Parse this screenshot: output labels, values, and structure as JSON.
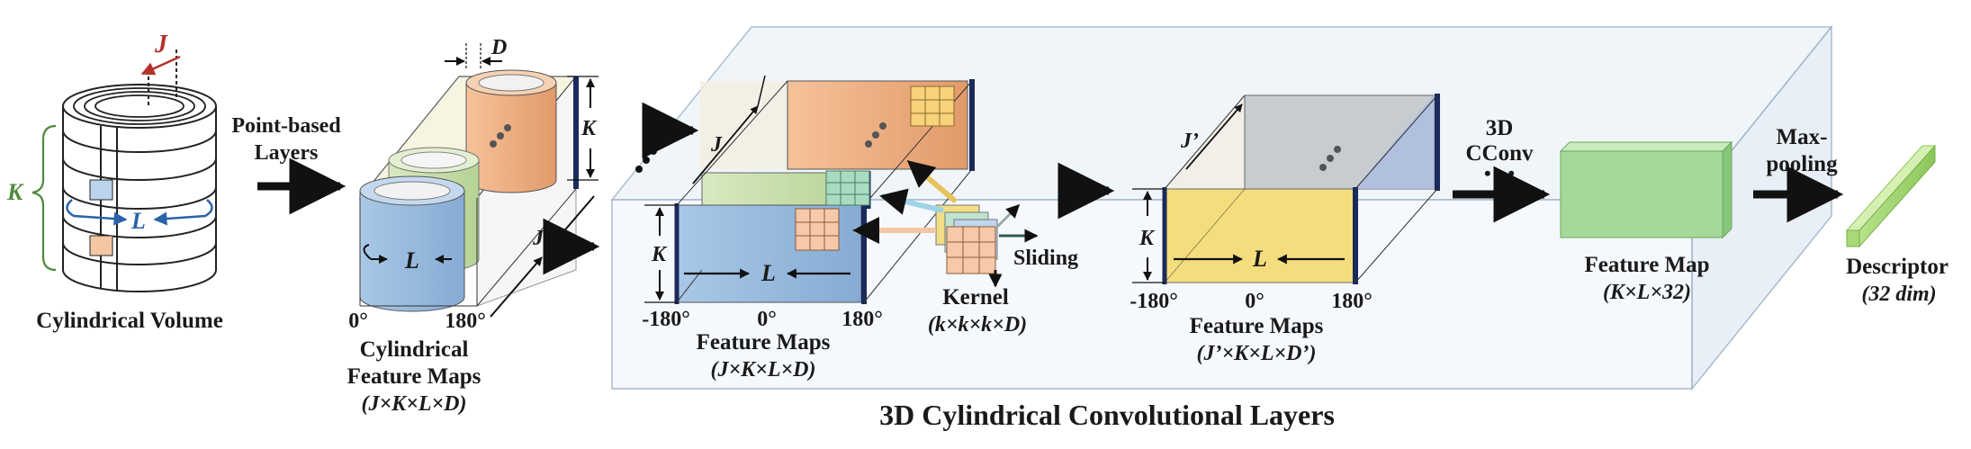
{
  "volume": {
    "caption": "Cylindrical Volume",
    "k": "K",
    "l": "L",
    "j": "J"
  },
  "pointLayers": {
    "line1": "Point-based",
    "line2": "Layers"
  },
  "cylMaps": {
    "d": "D",
    "k": "K",
    "j": "J",
    "l": "L",
    "deg0": "0°",
    "deg180": "180°",
    "caption1": "Cylindrical",
    "caption2": "Feature Maps",
    "dims": "(J×K×L×D)"
  },
  "convBox": {
    "title": "3D Cylindrical Convolutional Layers"
  },
  "featureMaps1": {
    "j": "J",
    "k": "K",
    "l": "L",
    "neg180": "-180°",
    "deg0": "0°",
    "deg180": "180°",
    "caption": "Feature Maps",
    "dims": "(J×K×L×D)"
  },
  "kernel": {
    "label": "Kernel",
    "dims": "(k×k×k×D)",
    "sliding": "Sliding"
  },
  "featureMaps2": {
    "j": "J’",
    "k": "K",
    "l": "L",
    "neg180": "-180°",
    "deg0": "0°",
    "deg180": "180°",
    "caption": "Feature Maps",
    "dims": "(J’×K×L×D’)"
  },
  "cconv": {
    "line1": "3D",
    "line2": "CConv",
    "dots": "• • •"
  },
  "featureMap": {
    "caption": "Feature Map",
    "dims": "(K×L×32)"
  },
  "maxpool": {
    "line1": "Max-",
    "line2": "pooling"
  },
  "descriptor": {
    "caption": "Descriptor",
    "dims": "(32 dim)"
  },
  "colors": {
    "blue": "#9dbfe0",
    "orange": "#f0b487",
    "green": "#c9dfae",
    "yellow": "#f4dd7c",
    "gray": "#c3c9cc",
    "featureGreen": "#a4d99a",
    "navy": "#1b2a5c",
    "jRed": "#b3312c",
    "kGreen": "#4f8a3b",
    "lBlue": "#2a63a8"
  }
}
